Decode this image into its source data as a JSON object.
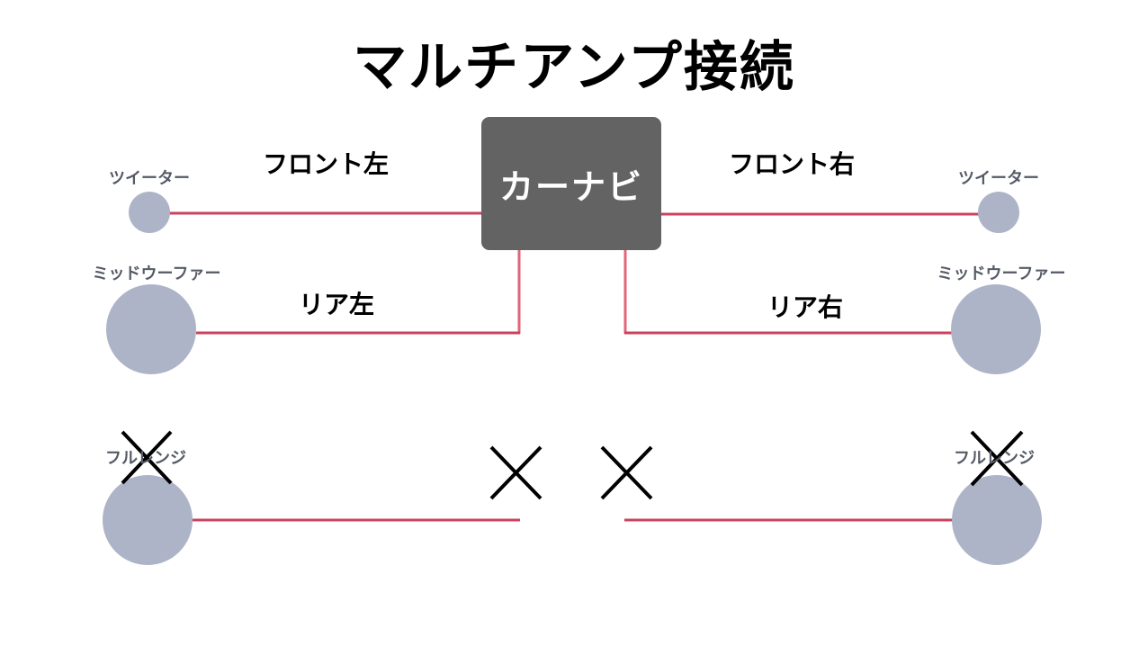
{
  "title": "マルチアンプ接続",
  "head_unit": {
    "label": "カーナビ"
  },
  "channels": {
    "front_left": "フロント左",
    "front_right": "フロント右",
    "rear_left": "リア左",
    "rear_right": "リア右"
  },
  "speakers": {
    "tweeter_left": "ツイーター",
    "tweeter_right": "ツイーター",
    "mid_left": "ミッドウーファー",
    "mid_right": "ミッドウーファー",
    "full_left": "フルレンジ",
    "full_right": "フルレンジ"
  },
  "colors": {
    "wire_start": "#c0385e",
    "wire_end": "#f08a7c",
    "speaker_fill": "#adb4c7",
    "head_unit_fill": "#636363",
    "cross": "#000000"
  }
}
